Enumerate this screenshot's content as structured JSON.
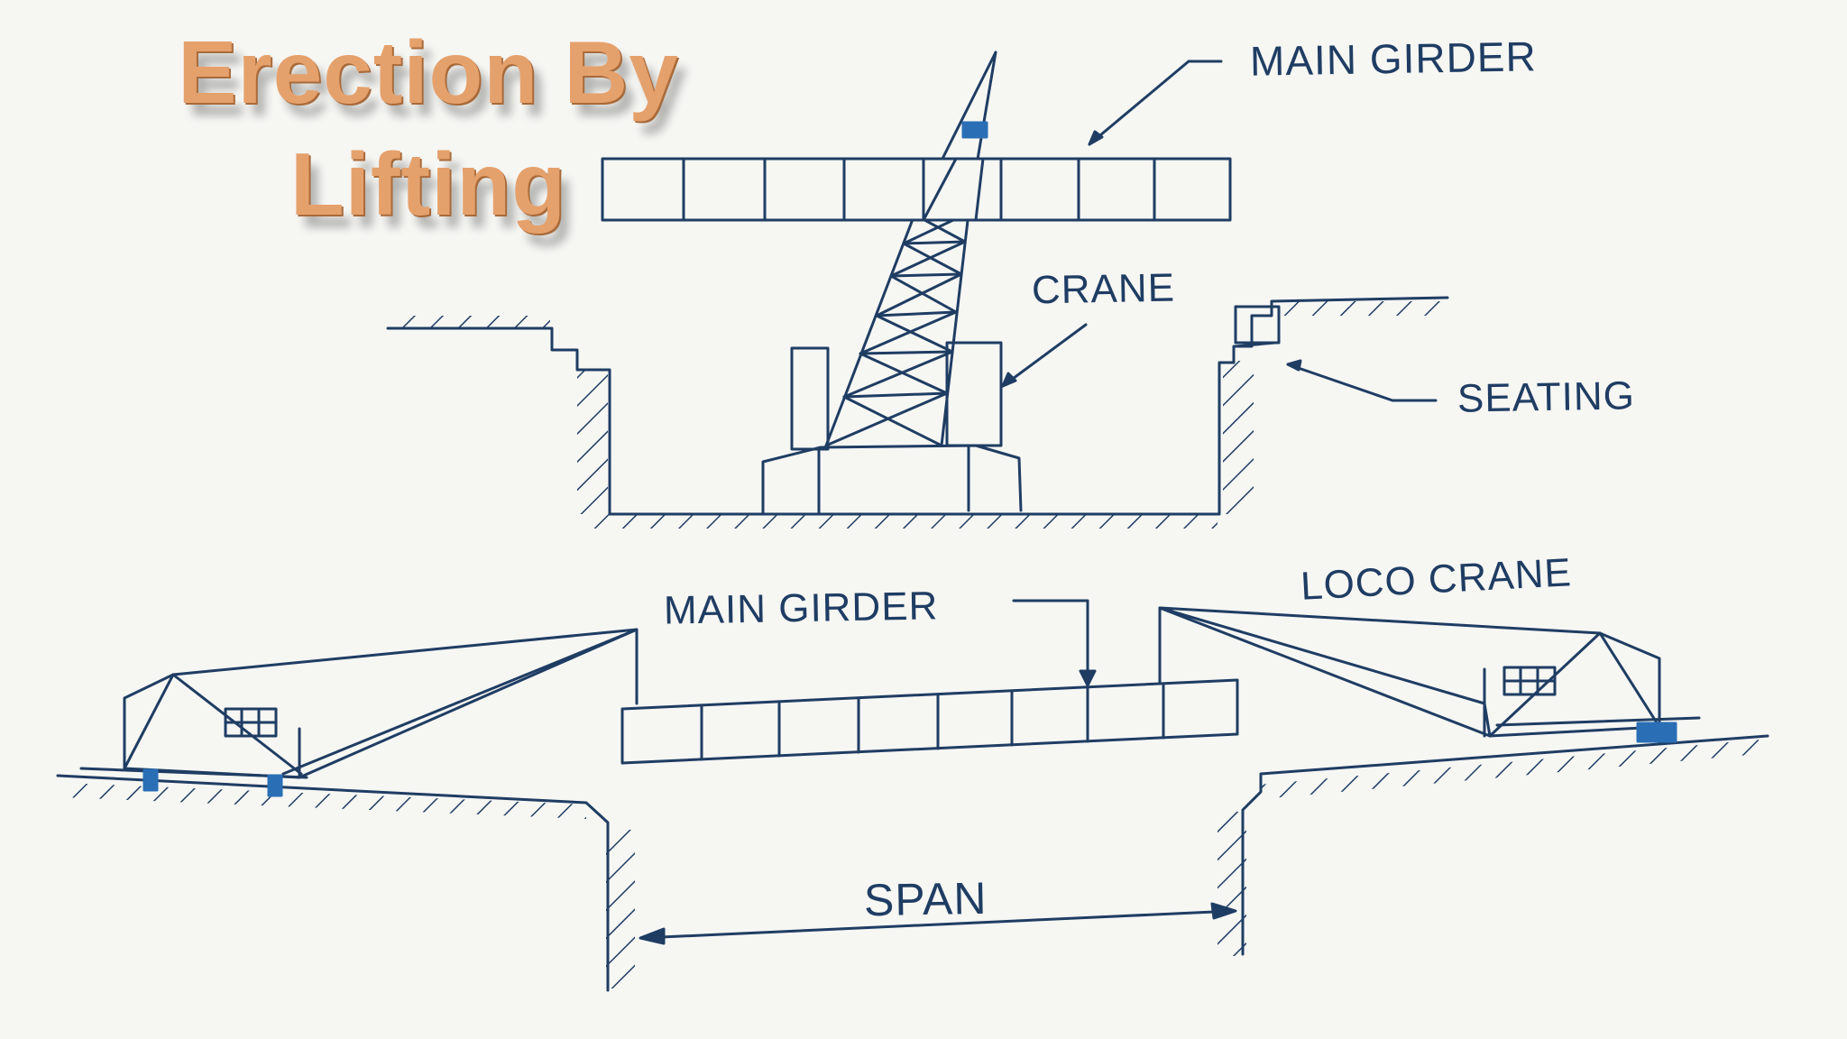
{
  "title": {
    "line1": "Erection By",
    "line2": "Lifting"
  },
  "labels": {
    "top_main_girder": "MAIN GIRDER",
    "crane": "CRANE",
    "seating": "SEATING",
    "loco_crane": "LOCO CRANE",
    "bottom_main_girder": "MAIN GIRDER",
    "span": "SPAN"
  },
  "colors": {
    "ink": "#1f3d63",
    "accent": "#2a6fb5",
    "title": "#e5a16c"
  }
}
